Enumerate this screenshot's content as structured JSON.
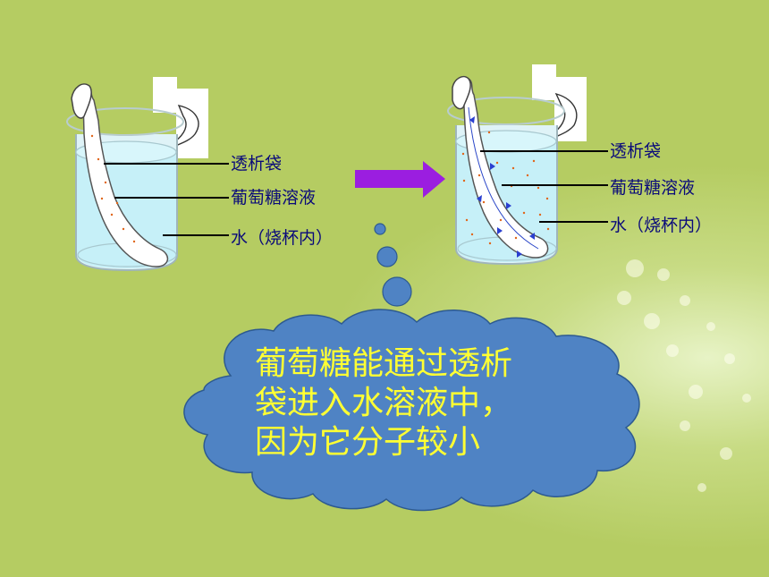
{
  "diagram": {
    "before": {
      "labels": {
        "bag": "透析袋",
        "glucose": "葡萄糖溶液",
        "water": "水（烧杯内）"
      }
    },
    "after": {
      "labels": {
        "bag": "透析袋",
        "glucose": "葡萄糖溶液",
        "water": "水（烧杯内）"
      }
    },
    "arrow_color": "#9b1ee0",
    "cloud": {
      "color": "#4f83c4",
      "lines": [
        "葡萄糖能通过透析",
        "袋进入水溶液中，",
        "因为它分子较小"
      ]
    }
  },
  "colors": {
    "background": "#b5cc62",
    "water": "#c6f0f8",
    "label_text": "#0a0a7a",
    "cloud_text": "#ffff33",
    "dot": "#e0651a"
  }
}
